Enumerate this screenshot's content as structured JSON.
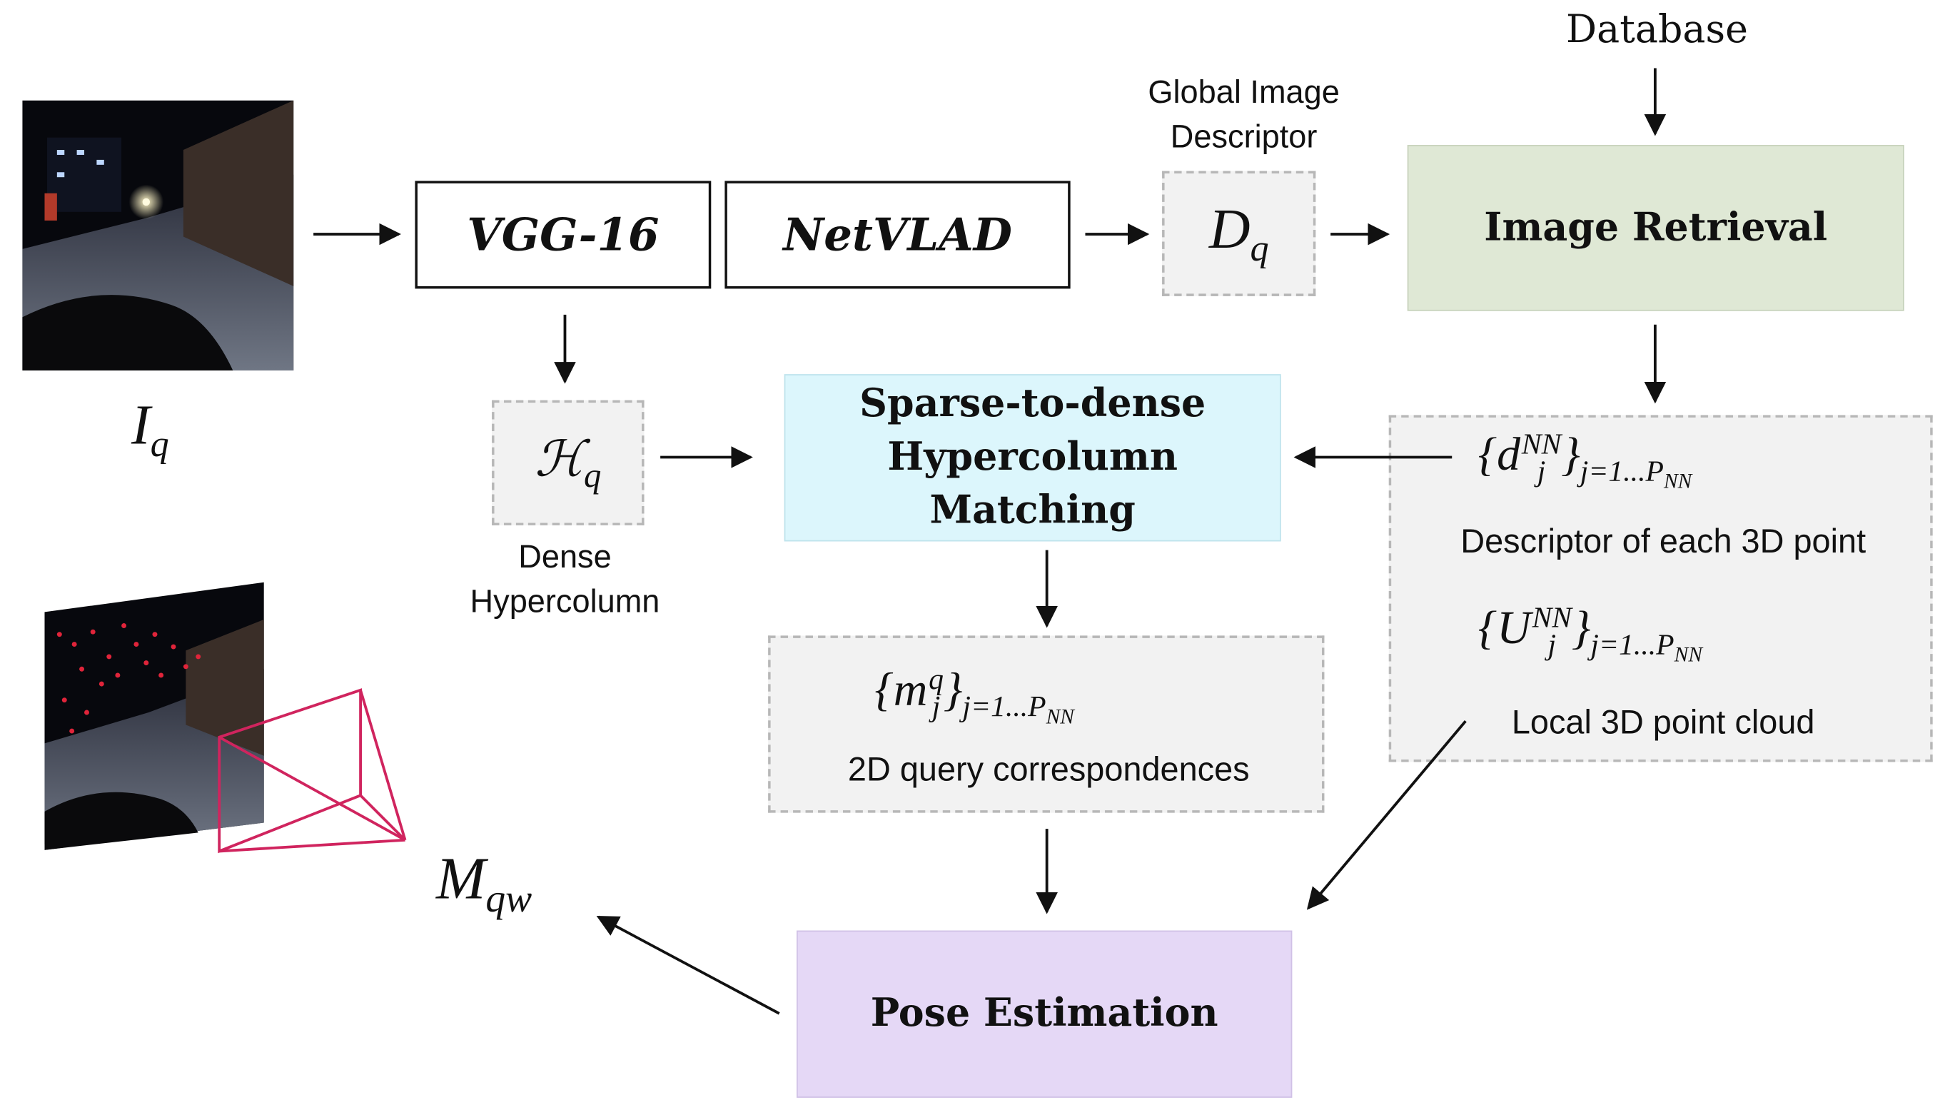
{
  "blocks": {
    "database_label": "Database",
    "vgg": "VGG-16",
    "netvlad": "NetVLAD",
    "image_retrieval": "Image Retrieval",
    "matching_line1": "Sparse-to-dense",
    "matching_line2": "Hypercolumn",
    "matching_line3": "Matching",
    "pose_estimation": "Pose Estimation"
  },
  "labels": {
    "global_desc_line1": "Global Image",
    "global_desc_line2": "Descriptor",
    "dense_line1": "Dense",
    "dense_line2": "Hypercolumn",
    "desc_3d": "Descriptor of each 3D point",
    "local_cloud": "Local 3D point cloud",
    "query_corr": "2D query correspondences"
  },
  "math": {
    "iq_base": "I",
    "iq_sub": "q",
    "dq_base": "D",
    "dq_sub": "q",
    "hq_base": "ℋ",
    "hq_sub": "q",
    "mqw_base": "M",
    "mqw_sub": "qw",
    "d_set_base": "d",
    "d_set_sub": "j",
    "d_set_sup": "NN",
    "u_set_base": "U",
    "u_set_sub": "j",
    "u_set_sup": "NN",
    "m_set_base": "m",
    "m_set_sub": "j",
    "m_set_sup": "q",
    "set_open": "{",
    "set_close": "}",
    "index_range": "j=1...P",
    "index_range_sub": "NN"
  },
  "colors": {
    "retrieval_fill": "#dfe8d5",
    "matching_fill": "#dcf6fc",
    "pose_fill": "#e5d8f6",
    "dashed_fill": "#f2f2f2",
    "camera_frustum": "#d0245e"
  },
  "icons": {
    "query_image": "night-street-photo",
    "pose_image": "night-street-photo-with-keypoints",
    "camera": "camera-frustum-icon"
  }
}
